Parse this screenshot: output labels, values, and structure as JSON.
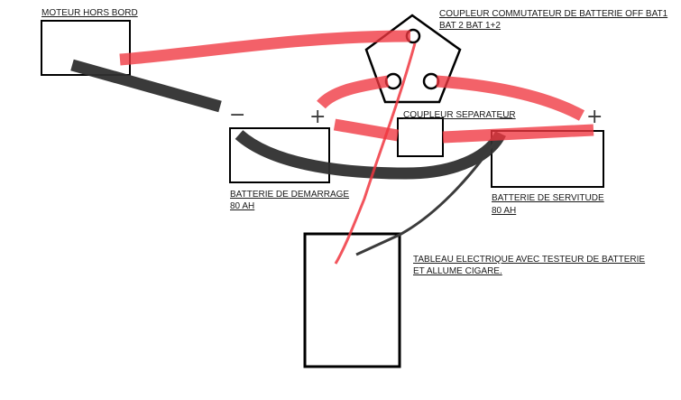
{
  "labels": {
    "outboard_motor": "MOTEUR HORS BORD",
    "switch_line1": "COUPLEUR COMMUTATEUR DE BATTERIE OFF BAT1",
    "switch_line2": "BAT 2 BAT 1+2",
    "separator": "COUPLEUR SEPARATEUR",
    "start_battery_line1": "BATTERIE DE DEMARRAGE",
    "start_battery_line2": "80 AH",
    "service_battery_line1": "BATTERIE DE SERVITUDE",
    "service_battery_line2": "80 AH",
    "panel_line1": "TABLEAU ELECTRIQUE AVEC TESTEUR DE BATTERIE",
    "panel_line2": "ET ALLUME CIGARE."
  },
  "terminals": {
    "start_negative": "−",
    "start_positive": "+",
    "service_negative": "−",
    "service_positive": "+"
  },
  "colors": {
    "positive_wire": "#f0363f",
    "negative_wire": "#2f2f2f",
    "thin_wire": "#3b3b3b",
    "outline": "#000000"
  }
}
